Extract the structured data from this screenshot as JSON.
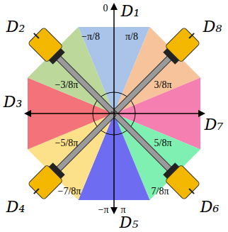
{
  "diagram": {
    "labels": [
      "D₁",
      "D₂",
      "D₃",
      "D₄",
      "D₅",
      "D₆",
      "D₇",
      "D₈",
      "0",
      "π/8",
      "−π/8",
      "3/8π",
      "−3/8π",
      "5/8π",
      "−5/8π",
      "7/8π",
      "−7/8π",
      "−π",
      "π"
    ]
  }
}
